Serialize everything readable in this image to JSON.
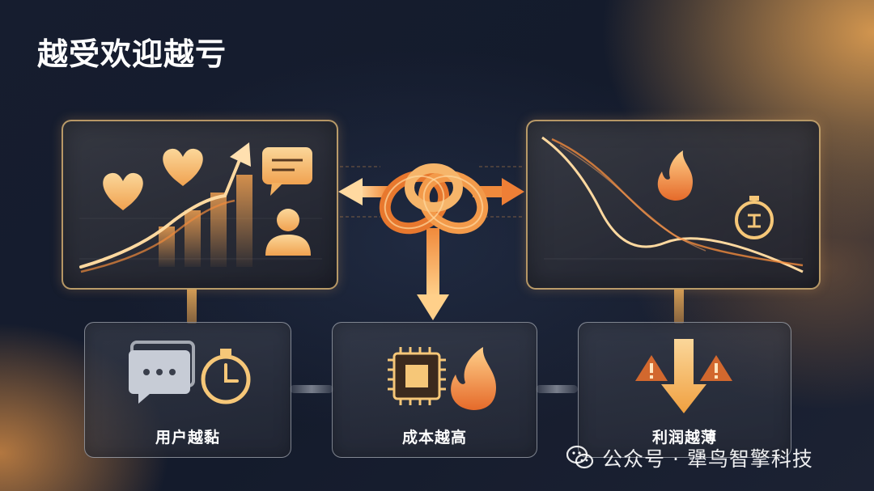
{
  "title": "越受欢迎越亏",
  "boxes": {
    "left": "用户越黏",
    "middle": "成本越高",
    "right": "利润越薄"
  },
  "watermark": {
    "text": "公众号 · 犟鸟智擎科技"
  },
  "icons": [
    "heart-icon",
    "growth-arrow-icon",
    "chat-bubble-icon",
    "user-icon",
    "decline-chart-icon",
    "fire-icon",
    "stopwatch-icon",
    "chat-icon",
    "chip-icon",
    "warning-icon",
    "down-arrow-icon",
    "knot-icon",
    "wechat-icon"
  ],
  "colors": {
    "background": "#141b2c",
    "accent_orange": "#f3a04a",
    "accent_gold": "#f6c778",
    "text": "#ffffff"
  }
}
